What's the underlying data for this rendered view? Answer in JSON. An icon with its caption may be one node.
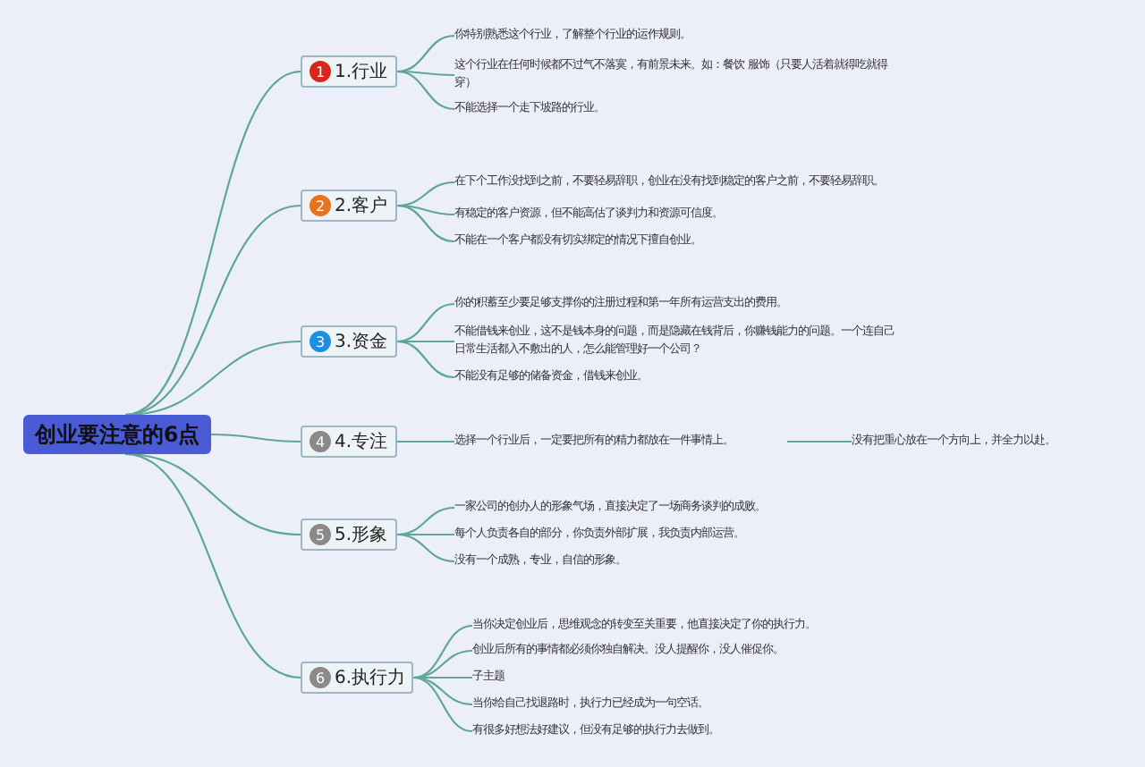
{
  "diagram": {
    "nodes": [
      {
        "text": [
          "创业要注意的6点"
        ]
      },
      {
        "text": [
          "1",
          "1.行业"
        ]
      },
      {
        "text": [
          "你特别熟悉这个行业，了解整个行业的运作规则。"
        ]
      },
      {
        "text": [
          "这个行业在任何时候都不过气不落寞，有前景未来。如：餐饮 服饰（只要人活着就得吃就得穿）"
        ]
      },
      {
        "text": [
          "不能选择一个走下坡路的行业。"
        ]
      },
      {
        "text": [
          "2",
          "2.客户"
        ]
      },
      {
        "text": [
          "在下个工作没找到之前，不要轻易辞职，创业在没有找到稳定的客户之前，不要轻易辞职。"
        ]
      },
      {
        "text": [
          "有稳定的客户资源，但不能高估了谈判力和资源可信度。"
        ]
      },
      {
        "text": [
          "不能在一个客户都没有切实绑定的情况下擅自创业。"
        ]
      },
      {
        "text": [
          "3",
          "3.资金"
        ]
      },
      {
        "text": [
          "你的积蓄至少要足够支撑你的注册过程和第一年所有运营支出的费用。"
        ]
      },
      {
        "text": [
          "不能借钱来创业，这不是钱本身的问题，而是隐藏在钱背后，你赚钱能力的问题。一个连自己日常生活都入不敷出的人，怎么能管理好一个公司？"
        ]
      },
      {
        "text": [
          "不能没有足够的储备资金，借钱来创业。"
        ]
      },
      {
        "text": [
          "4",
          "4.专注"
        ]
      },
      {
        "text": [
          "选择一个行业后，一定要把所有的精力都放在一件事情上。"
        ]
      },
      {
        "text": [
          "没有把重心放在一个方向上，并全力以赴。"
        ]
      },
      {
        "text": [
          "5",
          "5.形象"
        ]
      },
      {
        "text": [
          "一家公司的创办人的形象气场，直接决定了一场商务谈判的成败。"
        ]
      },
      {
        "text": [
          "每个人负责各自的部分，你负责外部扩展，我负责内部运营。"
        ]
      },
      {
        "text": [
          "没有一个成熟，专业，自信的形象。"
        ]
      },
      {
        "text": [
          "6",
          "6.执行力"
        ]
      },
      {
        "text": [
          "当你决定创业后，思维观念的转变至关重要，他直接决定了你的执行力。"
        ]
      },
      {
        "text": [
          "创业后所有的事情都必须你独自解决。没人提醒你，没人催促你。"
        ]
      },
      {
        "text": [
          "子主题"
        ]
      },
      {
        "text": [
          "当你给自己找退路时，执行力已经成为一句空话。"
        ]
      },
      {
        "text": [
          "有很多好想法好建议，但没有足够的执行力去做到。"
        ]
      }
    ],
    "edges": [
      {
        "from": 0,
        "to": 1,
        "arrow": "none"
      },
      {
        "from": 1,
        "to": 2,
        "arrow": "none"
      },
      {
        "from": 1,
        "to": 3,
        "arrow": "none"
      },
      {
        "from": 1,
        "to": 4,
        "arrow": "none"
      },
      {
        "from": 0,
        "to": 5,
        "arrow": "none"
      },
      {
        "from": 5,
        "to": 6,
        "arrow": "none"
      },
      {
        "from": 5,
        "to": 7,
        "arrow": "none"
      },
      {
        "from": 5,
        "to": 8,
        "arrow": "none"
      },
      {
        "from": 0,
        "to": 9,
        "arrow": "none"
      },
      {
        "from": 9,
        "to": 10,
        "arrow": "none"
      },
      {
        "from": 9,
        "to": 11,
        "arrow": "none"
      },
      {
        "from": 9,
        "to": 12,
        "arrow": "none"
      },
      {
        "from": 0,
        "to": 13,
        "arrow": "none"
      },
      {
        "from": 13,
        "to": 14,
        "arrow": "none"
      },
      {
        "from": 14,
        "to": 15,
        "arrow": "none"
      },
      {
        "from": 0,
        "to": 16,
        "arrow": "none"
      },
      {
        "from": 16,
        "to": 17,
        "arrow": "none"
      },
      {
        "from": 16,
        "to": 18,
        "arrow": "none"
      },
      {
        "from": 16,
        "to": 19,
        "arrow": "none"
      },
      {
        "from": 0,
        "to": 20,
        "arrow": "none"
      },
      {
        "from": 20,
        "to": 21,
        "arrow": "none"
      },
      {
        "from": 20,
        "to": 22,
        "arrow": "none"
      },
      {
        "from": 20,
        "to": 23,
        "arrow": "none"
      },
      {
        "from": 20,
        "to": 24,
        "arrow": "none"
      },
      {
        "from": 20,
        "to": 25,
        "arrow": "none"
      }
    ]
  }
}
